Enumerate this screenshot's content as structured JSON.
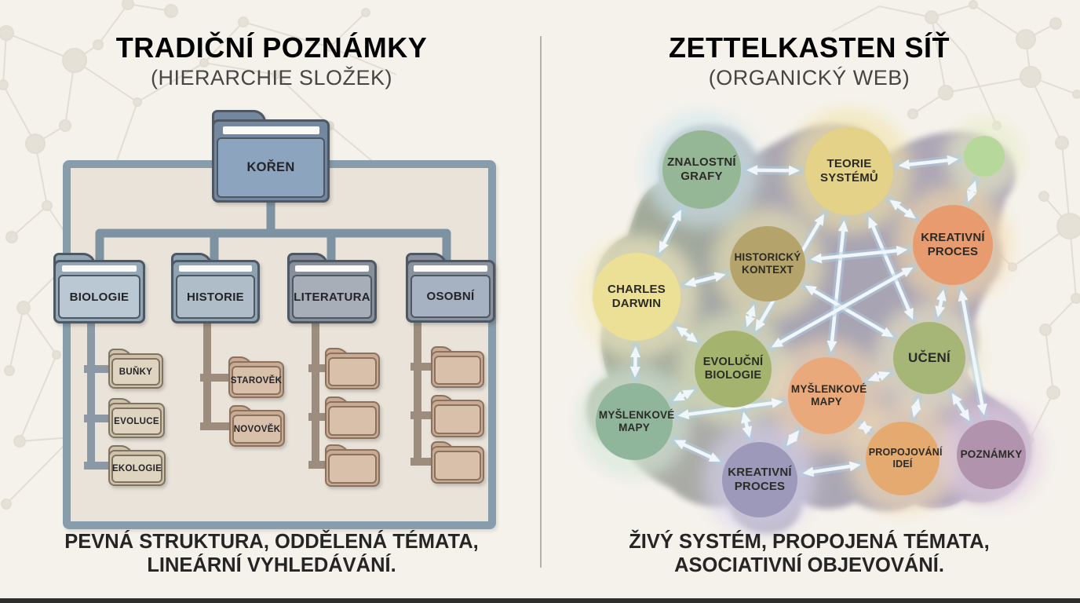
{
  "left_panel": {
    "title": "TRADIČNÍ POZNÁMKY",
    "subtitle": "(HIERARCHIE SLOŽEK)",
    "caption_line1": "PEVNÁ STRUKTURA, ODDĚLENÁ TÉMATA,",
    "caption_line2": "LINEÁRNÍ VYHLEDÁVÁNÍ.",
    "root_folder": {
      "id": "koren",
      "label": "KOŘEN"
    },
    "folders": [
      {
        "id": "biologie",
        "label": "BIOLOGIE",
        "children": [
          "BUŇKY",
          "EVOLUCE",
          "EKOLOGIE"
        ]
      },
      {
        "id": "historie",
        "label": "HISTORIE",
        "children": [
          "STAROVĚK",
          "NOVOVĚK"
        ]
      },
      {
        "id": "literatura",
        "label": "LITERATURA",
        "children": [
          "",
          "",
          ""
        ]
      },
      {
        "id": "osobni",
        "label": "OSOBNÍ",
        "children": [
          "",
          "",
          ""
        ]
      }
    ]
  },
  "right_panel": {
    "title": "ZETTELKASTEN SÍŤ",
    "subtitle": "(ORGANICKÝ WEB)",
    "caption_line1": "ŽIVÝ SYSTÉM, PROPOJENÁ TÉMATA,",
    "caption_line2": "ASOCIATIVNÍ OBJEVOVÁNÍ.",
    "nodes": [
      {
        "id": "znalostni-grafy",
        "label": "ZNALOSTNÍ GRAFY",
        "color": "#96b795",
        "glow": "#cfe6ef"
      },
      {
        "id": "teorie-systemu",
        "label": "TEORIE SYSTÉMŮ",
        "color": "#e3d288",
        "glow": "#f2e3a6"
      },
      {
        "id": "uzel-maly",
        "label": "",
        "color": "#b7d89b",
        "glow": "#e8edc6"
      },
      {
        "id": "kreativni-proces-2",
        "label": "KREATIVNÍ PROCES",
        "color": "#e89b6e",
        "glow": "#f5d9a8"
      },
      {
        "id": "historicky-kontext",
        "label": "HISTORICKÝ KONTEXT",
        "color": "#b4a46c",
        "glow": "#ece4b4"
      },
      {
        "id": "charles-darwin",
        "label": "CHARLES DARWIN",
        "color": "#ecdf96",
        "glow": "#f7efc8"
      },
      {
        "id": "evolucni-biologie",
        "label": "EVOLUČNÍ BIOLOGIE",
        "color": "#a4b46e",
        "glow": "#e4e9c0"
      },
      {
        "id": "myslenkove-mapy-2",
        "label": "MYŠLENKOVÉ MAPY",
        "color": "#eaa97a",
        "glow": "#f5d9b6"
      },
      {
        "id": "uceni",
        "label": "UČENÍ",
        "color": "#a6b677",
        "glow": "#ece8c4"
      },
      {
        "id": "myslenkove-mapy-1",
        "label": "MYŠLENKOVÉ MAPY",
        "color": "#8fb69b",
        "glow": "#d6e7d8"
      },
      {
        "id": "kreativni-proces-1",
        "label": "KREATIVNÍ PROCES",
        "color": "#9c99ba",
        "glow": "#d9d3ee"
      },
      {
        "id": "propojovani-idei",
        "label": "PROPOJOVÁNÍ IDEÍ",
        "color": "#e4aa6f",
        "glow": "#f3ddb5"
      },
      {
        "id": "poznamky",
        "label": "POZNÁMKY",
        "color": "#b193ae",
        "glow": "#e5d0e2"
      }
    ],
    "edges": [
      [
        "znalostni-grafy",
        "teorie-systemu"
      ],
      [
        "znalostni-grafy",
        "charles-darwin"
      ],
      [
        "teorie-systemu",
        "uzel-maly"
      ],
      [
        "uzel-maly",
        "kreativni-proces-2"
      ],
      [
        "teorie-systemu",
        "kreativni-proces-2"
      ],
      [
        "charles-darwin",
        "historicky-kontext"
      ],
      [
        "charles-darwin",
        "myslenkove-mapy-1"
      ],
      [
        "charles-darwin",
        "evolucni-biologie"
      ],
      [
        "myslenkove-mapy-1",
        "evolucni-biologie"
      ],
      [
        "myslenkove-mapy-1",
        "myslenkove-mapy-2"
      ],
      [
        "myslenkove-mapy-1",
        "kreativni-proces-1"
      ],
      [
        "evolucni-biologie",
        "kreativni-proces-1"
      ],
      [
        "myslenkove-mapy-2",
        "kreativni-proces-1"
      ],
      [
        "myslenkove-mapy-2",
        "uceni"
      ],
      [
        "uceni",
        "propojovani-idei"
      ],
      [
        "uceni",
        "poznamky"
      ],
      [
        "kreativni-proces-1",
        "propojovani-idei"
      ],
      [
        "kreativni-proces-2",
        "poznamky"
      ],
      [
        "teorie-systemu",
        "evolucni-biologie"
      ],
      [
        "teorie-systemu",
        "myslenkove-mapy-2"
      ],
      [
        "teorie-systemu",
        "uceni"
      ],
      [
        "historicky-kontext",
        "kreativni-proces-2"
      ],
      [
        "historicky-kontext",
        "uceni"
      ],
      [
        "historicky-kontext",
        "evolucni-biologie"
      ],
      [
        "evolucni-biologie",
        "kreativni-proces-2"
      ],
      [
        "kreativni-proces-2",
        "uceni"
      ],
      [
        "myslenkove-mapy-2",
        "propojovani-idei"
      ]
    ]
  },
  "colors": {
    "page_bg": "#f5f2ec",
    "container_border": "#879dac",
    "container_fill": "#e9e3d9",
    "tree_line_blue": "#7e93a2",
    "tree_line_brown": "#9c8d7e",
    "arrow": "#f0f6fa",
    "blob_left": "#a5ad97",
    "blob_right": "#aba3b7",
    "divider": "#b5b2aa",
    "bottom_bar": "#2e2e2c",
    "title_text": "#393936",
    "caption_text": "#252523"
  }
}
